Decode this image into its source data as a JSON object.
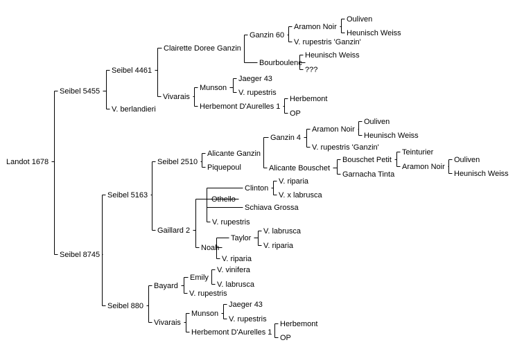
{
  "pedigree": {
    "name": "Landot 1678",
    "children": [
      {
        "name": "Seibel 5455",
        "children": [
          {
            "name": "Seibel 4461",
            "children": [
              {
                "name": "Clairette Doree Ganzin",
                "children": [
                  {
                    "name": "Ganzin 60",
                    "children": [
                      {
                        "name": "Aramon Noir",
                        "children": [
                          {
                            "name": "Ouliven"
                          },
                          {
                            "name": "Heunisch Weiss"
                          }
                        ]
                      },
                      {
                        "name": "V. rupestris 'Ganzin'"
                      }
                    ]
                  },
                  {
                    "name": "Bourboulenc",
                    "children": [
                      {
                        "name": "Heunisch Weiss"
                      },
                      {
                        "name": "???"
                      }
                    ]
                  }
                ]
              },
              {
                "name": "Vivarais",
                "children": [
                  {
                    "name": "Munson",
                    "children": [
                      {
                        "name": "Jaeger 43"
                      },
                      {
                        "name": "V. rupestris"
                      }
                    ]
                  },
                  {
                    "name": "Herbemont D'Aurelles 1",
                    "children": [
                      {
                        "name": "Herbemont"
                      },
                      {
                        "name": "OP"
                      }
                    ]
                  }
                ]
              }
            ]
          },
          {
            "name": "V. berlandieri"
          }
        ]
      },
      {
        "name": "Seibel 8745",
        "children": [
          {
            "name": "Seibel 5163",
            "children": [
              {
                "name": "Seibel 2510",
                "children": [
                  {
                    "name": "Alicante Ganzin",
                    "children": [
                      {
                        "name": "Ganzin 4",
                        "children": [
                          {
                            "name": "Aramon Noir",
                            "children": [
                              {
                                "name": "Ouliven"
                              },
                              {
                                "name": "Heunisch Weiss"
                              }
                            ]
                          },
                          {
                            "name": "V. rupestris 'Ganzin'"
                          }
                        ]
                      },
                      {
                        "name": "Alicante Bouschet",
                        "children": [
                          {
                            "name": "Bouschet Petit",
                            "children": [
                              {
                                "name": "Teinturier"
                              },
                              {
                                "name": "Aramon Noir",
                                "children": [
                                  {
                                    "name": "Ouliven"
                                  },
                                  {
                                    "name": "Heunisch Weiss"
                                  }
                                ]
                              }
                            ]
                          },
                          {
                            "name": "Garnacha Tinta"
                          }
                        ]
                      }
                    ]
                  },
                  {
                    "name": "Piquepoul"
                  }
                ]
              },
              {
                "name": "Gaillard 2",
                "children": [
                  {
                    "name": "Othello",
                    "children": [
                      {
                        "name": "Clinton",
                        "children": [
                          {
                            "name": "V. riparia"
                          },
                          {
                            "name": "V. x labrusca"
                          }
                        ]
                      },
                      {
                        "name": "Schiava Grossa"
                      },
                      {
                        "name": "V. rupestris"
                      }
                    ]
                  },
                  {
                    "name": "Noah",
                    "children": [
                      {
                        "name": "Taylor",
                        "children": [
                          {
                            "name": "V. labrusca"
                          },
                          {
                            "name": "V. riparia"
                          }
                        ]
                      },
                      {
                        "name": "V. riparia"
                      }
                    ]
                  }
                ]
              }
            ]
          },
          {
            "name": "Seibel 880",
            "children": [
              {
                "name": "Bayard",
                "children": [
                  {
                    "name": "Emily",
                    "children": [
                      {
                        "name": "V. vinifera"
                      },
                      {
                        "name": "V. labrusca"
                      }
                    ]
                  },
                  {
                    "name": "V. rupestris"
                  }
                ]
              },
              {
                "name": "Vivarais",
                "children": [
                  {
                    "name": "Munson",
                    "children": [
                      {
                        "name": "Jaeger 43"
                      },
                      {
                        "name": "V. rupestris"
                      }
                    ]
                  },
                  {
                    "name": "Herbemont D'Aurelles 1",
                    "children": [
                      {
                        "name": "Herbemont"
                      },
                      {
                        "name": "OP"
                      }
                    ]
                  }
                ]
              }
            ]
          }
        ]
      }
    ]
  }
}
